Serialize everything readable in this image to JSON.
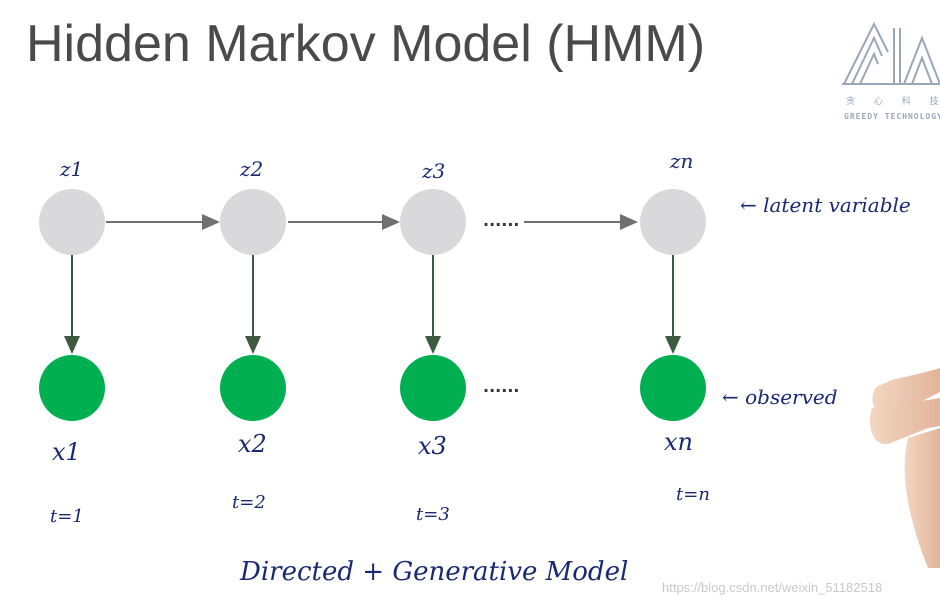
{
  "title": "Hidden Markov Model (HMM)",
  "logo": {
    "chinese": "贪 心 科 技",
    "english": "GREEDY TECHNOLOGY"
  },
  "colors": {
    "latent_node": "#d9d9db",
    "observed_node": "#00b050",
    "arrow": "#707070",
    "down_arrow": "#3e5a3e",
    "ink": "#1a2a72",
    "title": "#4a4a4a"
  },
  "latent_labels": [
    "z1",
    "z2",
    "z3",
    "zn"
  ],
  "observed_labels": [
    "x1",
    "x2",
    "x3",
    "xn"
  ],
  "time_labels": [
    "t=1",
    "t=2",
    "t=3",
    "t=n"
  ],
  "ellipsis": "......",
  "annotations": {
    "latent": "← latent variable",
    "observed": "← observed"
  },
  "bottom_text": "Directed + Generative Model",
  "watermark": "https://blog.csdn.net/weixin_51182518"
}
